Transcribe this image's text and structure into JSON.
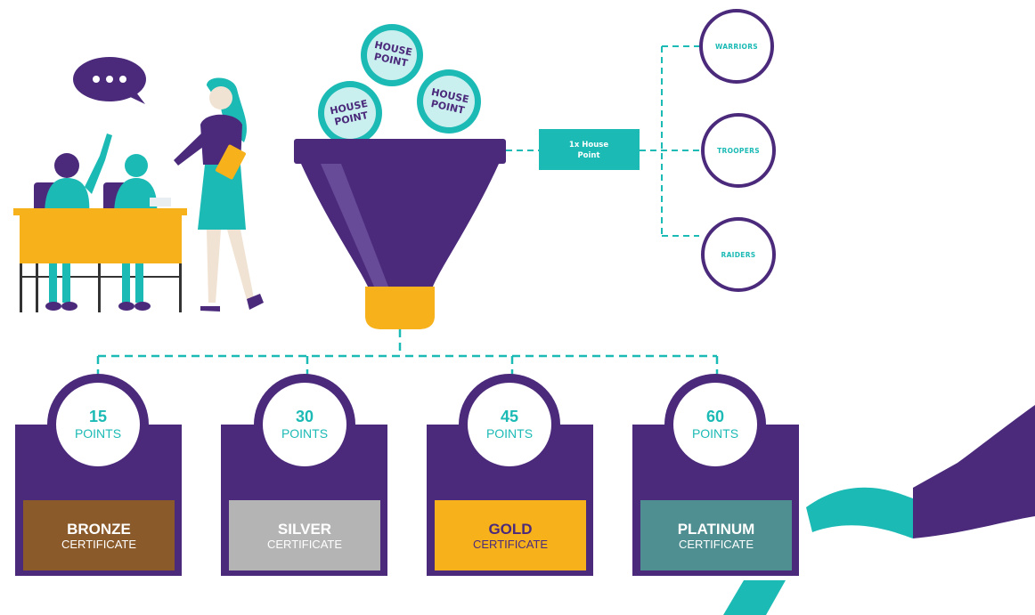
{
  "colors": {
    "purple": "#4b2a7b",
    "teal": "#1cbab5",
    "gold": "#f7b21b",
    "bronze": "#8b5a2b",
    "silver": "#b4b4b4",
    "platinum": "#4f8f91"
  },
  "icons": {
    "speech_bubble": "speech-bubble-icon",
    "funnel": "funnel-icon",
    "coin": "house-point-coin-icon"
  },
  "coins": [
    {
      "line1": "HOUSE",
      "line2": "POINT"
    },
    {
      "line1": "HOUSE",
      "line2": "POINT"
    },
    {
      "line1": "HOUSE",
      "line2": "POINT"
    }
  ],
  "arrow": {
    "line1": "1x House",
    "line2": "Point"
  },
  "houses": [
    {
      "name": "WARRIORS"
    },
    {
      "name": "TROOPERS"
    },
    {
      "name": "RAIDERS"
    }
  ],
  "tiers": [
    {
      "points": "15",
      "unit": "POINTS",
      "name": "BRONZE",
      "sub": "CERTIFICATE",
      "color": "#8b5a2b"
    },
    {
      "points": "30",
      "unit": "POINTS",
      "name": "SILVER",
      "sub": "CERTIFICATE",
      "color": "#b4b4b4"
    },
    {
      "points": "45",
      "unit": "POINTS",
      "name": "GOLD",
      "sub": "CERTIFICATE",
      "color": "#f7b21b"
    },
    {
      "points": "60",
      "unit": "POINTS",
      "name": "PLATINUM",
      "sub": "CERTIFICATE",
      "color": "#4f8f91"
    }
  ]
}
